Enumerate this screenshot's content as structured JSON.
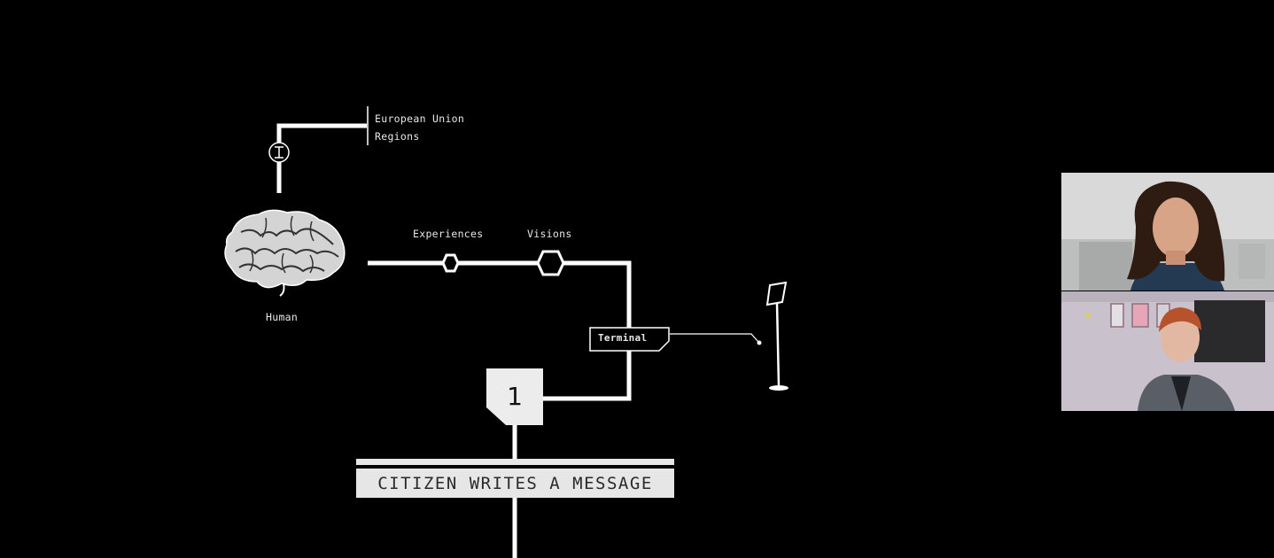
{
  "diagram": {
    "top_node_label_line1": "European Union",
    "top_node_label_line2": "Regions",
    "human_label": "Human",
    "experiences_label": "Experiences",
    "visions_label": "Visions",
    "terminal_label": "Terminal",
    "step_number": "1",
    "step_title": "CITIZEN WRITES A MESSAGE"
  },
  "icons": {
    "brain": "brain-icon",
    "kiosk": "kiosk-terminal-icon",
    "connector": "i-beam-connector-icon"
  },
  "participants": [
    {
      "avatar": "participant-woman-video"
    },
    {
      "avatar": "participant-person-video"
    }
  ],
  "colors": {
    "background": "#000000",
    "line": "#ffffff",
    "step_box": "#ededed"
  }
}
